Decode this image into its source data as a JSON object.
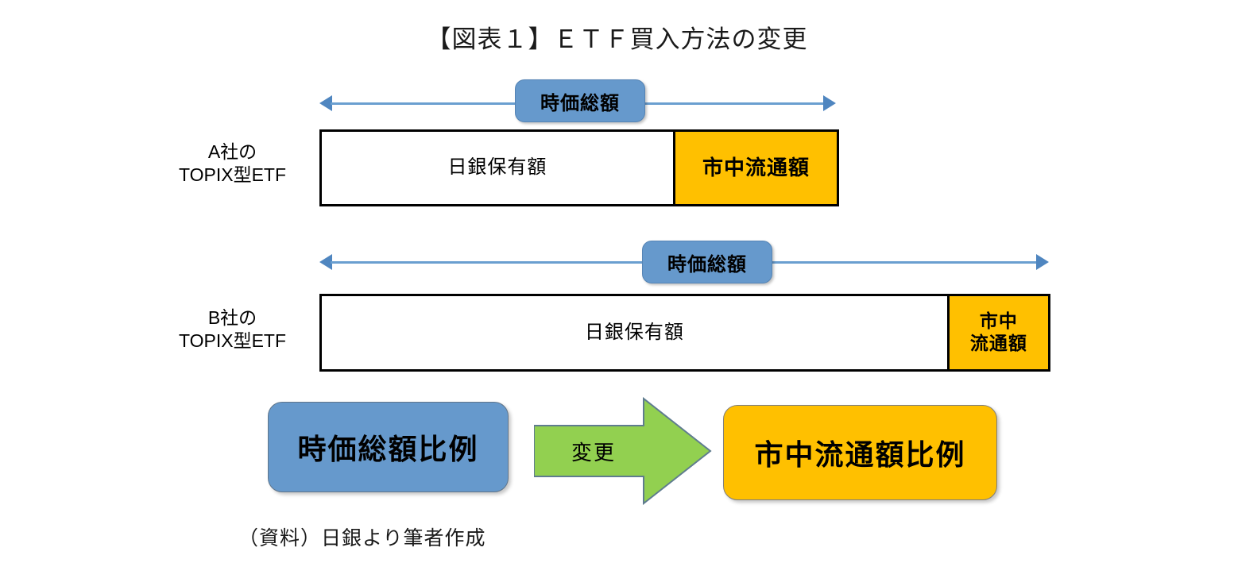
{
  "title": "【図表１】ＥＴＦ買入方法の変更",
  "source_note": "（資料）日銀より筆者作成",
  "colors": {
    "arrow_blue": "#6699CC",
    "arrow_blue_head": "#4F86C0",
    "float_yellow": "#FFC000",
    "change_green": "#92D050",
    "bar_border": "#000000"
  },
  "rows": [
    {
      "id": "company-a",
      "label_line1": "A社の",
      "label_line2": "TOPIX型ETF",
      "measure_label": "時価総額",
      "segments": [
        {
          "id": "boj-holding",
          "label": "日銀保有額",
          "kind": "holding"
        },
        {
          "id": "market-float",
          "label": "市中流通額",
          "kind": "float"
        }
      ]
    },
    {
      "id": "company-b",
      "label_line1": "B社の",
      "label_line2": "TOPIX型ETF",
      "measure_label": "時価総額",
      "segments": [
        {
          "id": "boj-holding",
          "label": "日銀保有額",
          "kind": "holding"
        },
        {
          "id": "market-float",
          "label": "市中\n流通額",
          "kind": "float"
        }
      ]
    }
  ],
  "conclusion": {
    "before_label": "時価総額比例",
    "transition_label": "変更",
    "after_label": "市中流通額比例"
  },
  "chart_data": {
    "type": "bar",
    "title": "【図表１】ＥＴＦ買入方法の変更",
    "orientation": "horizontal-stacked",
    "categories": [
      "A社のTOPIX型ETF",
      "B社のTOPIX型ETF"
    ],
    "series": [
      {
        "name": "日銀保有額",
        "values": [
          69,
          86
        ]
      },
      {
        "name": "市中流通額",
        "values": [
          31,
          14
        ]
      }
    ],
    "unit": "％ of 時価総額",
    "annotations": [
      "時価総額",
      "時価総額"
    ],
    "legend": "none",
    "grid": false
  }
}
